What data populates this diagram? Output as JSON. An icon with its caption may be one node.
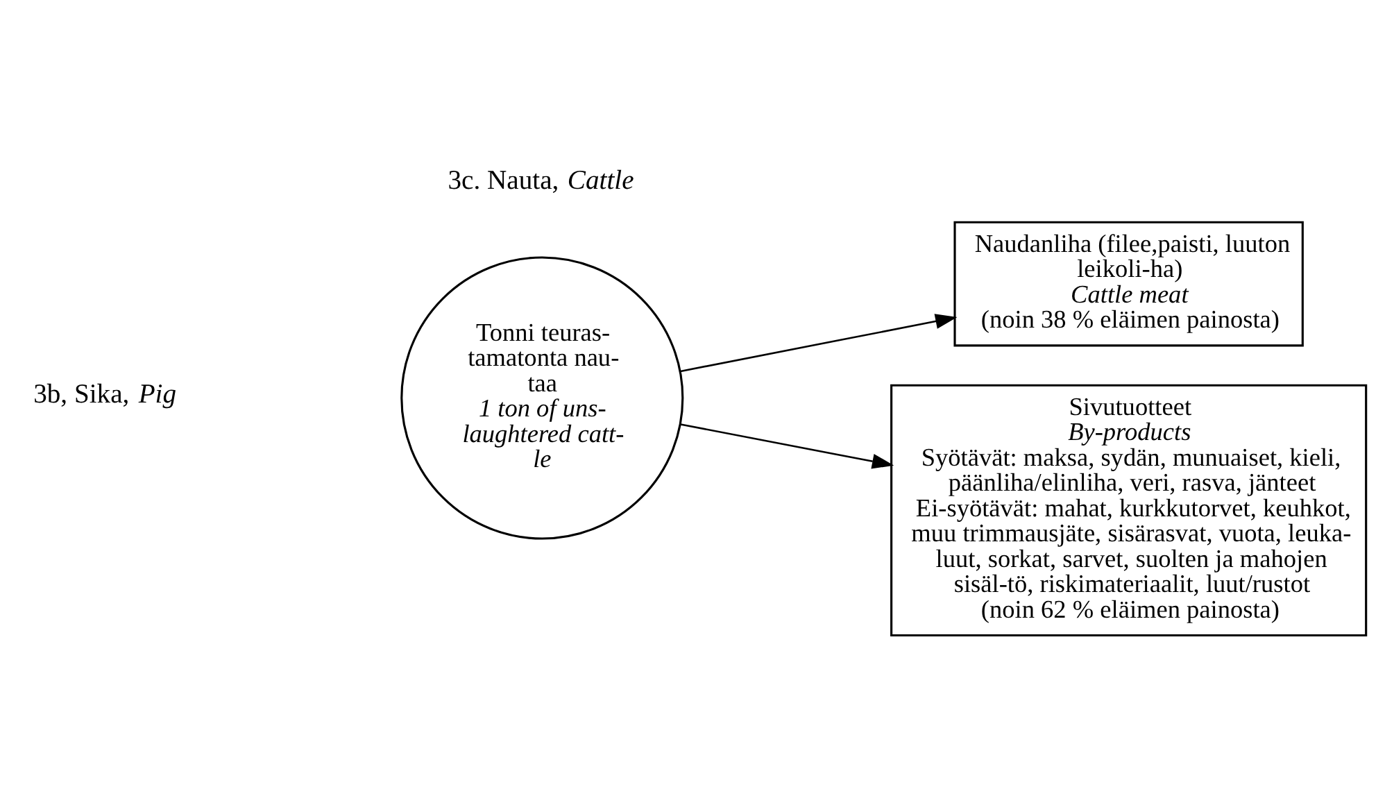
{
  "diagram": {
    "nodes": [
      {
        "text": [
          "Tonni teuras-tamatonta nau-taa",
          "1 ton of uns-laughtered catt-le"
        ]
      },
      {
        "text": [
          "Naudanliha (filee,paisti, luuton leikoli-ha)",
          "Cattle meat",
          "(noin 38 % eläimen painosta)"
        ]
      },
      {
        "text": [
          "Sivutuotteet",
          "By-products",
          "Syötävät: maksa, sydän, munuaiset, kieli, päänliha/elinliha, veri, rasva, jänteet",
          "Ei-syötävät: mahat, kurkkutorvet, keuhkot, muu trimmausjäte, sisärasvat, vuota, leuka-luut, sorkat, sarvet, suolten ja mahojen sisäl-tö, riskimateriaalit, luut/rustot",
          "(noin 62 % eläimen painosta)"
        ]
      }
    ],
    "edges": [
      {
        "from": 0,
        "to": 1,
        "arrow": "to"
      },
      {
        "from": 0,
        "to": 2,
        "arrow": "to"
      }
    ],
    "labels": [
      "3b, Sika, *Pig*",
      "3c. Nauta, *Cattle*"
    ]
  }
}
